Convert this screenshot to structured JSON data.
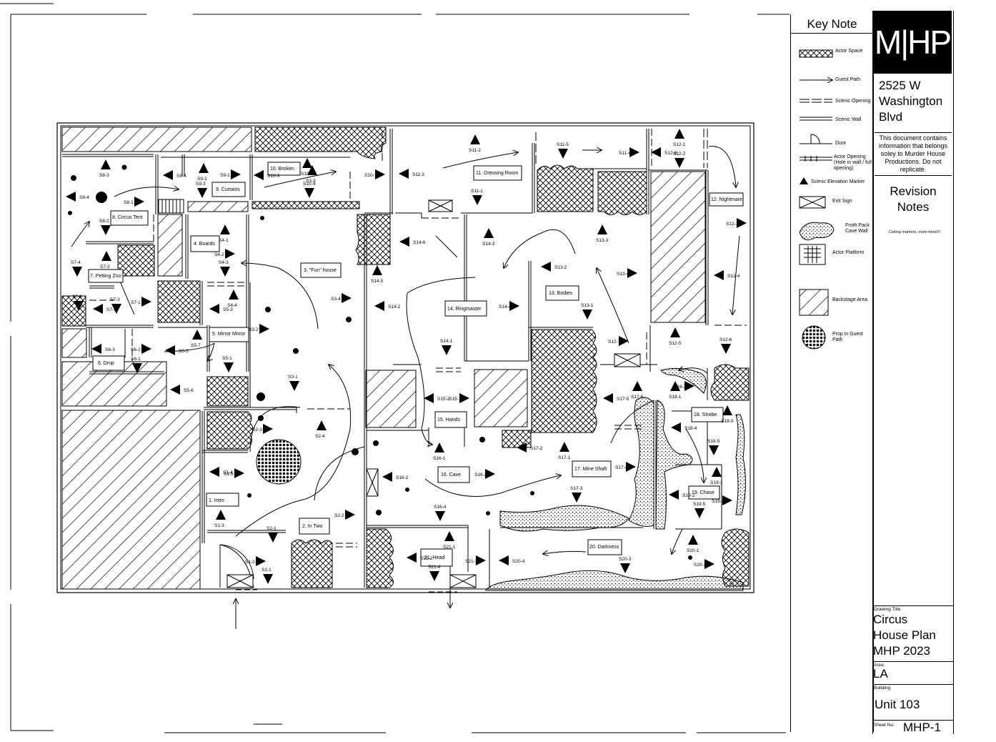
{
  "key_note": {
    "title": "Key Note",
    "items": [
      {
        "label": "Actor Space"
      },
      {
        "label": "Guest Path"
      },
      {
        "label": "Scenic Opening"
      },
      {
        "label": "Scenic Wall"
      },
      {
        "label": "Door"
      },
      {
        "label": "Actor Opening (Hole in wall / full opening)"
      },
      {
        "label": "Scenic Elevation Marker"
      },
      {
        "label": "Exit Sign"
      },
      {
        "label": "Froth Pack Cave Wall"
      },
      {
        "label": "Actor Platform"
      },
      {
        "label": "Backstage Area"
      },
      {
        "label": "Prop in Guest Path"
      }
    ]
  },
  "title_block": {
    "logo": "M|HP",
    "address_lines": [
      "2525 W",
      "Washington",
      "Blvd"
    ],
    "notice": "This document contains information that belongs soley to Murder House Productions. Do not replicate.",
    "revision_title_lines": [
      "Revision",
      "Notes"
    ],
    "revision_note": "Ceiling markers, more trees!!!",
    "drawing_title_label": "Drawing Title",
    "drawing_title_lines": [
      "Circus",
      "House Plan",
      "MHP 2023"
    ],
    "area_label": "Area",
    "area_value": "LA",
    "building_label": "Building",
    "building_value": "Unit 103",
    "sheet_label": "Sheet No.",
    "sheet_value": "MHP-1"
  },
  "rooms": [
    "1.   Intro",
    "2. In Two",
    "3. \"Fun\" house",
    "4. Boards",
    "5. Mirror Mirror",
    "6. Drop",
    "7. Petting Zoo",
    "8. Circus Tent",
    "9. Curtains",
    "10. Broken",
    "11. Dressing Room",
    "12. Nightmare",
    "13. Bodies",
    "14. Ringmaster",
    "15. Hands",
    "16. Cave",
    "17. Mine Shaft",
    "18. Strobe",
    "19. Chase",
    "20. Darkness",
    "21. Head"
  ],
  "markers": [
    "S1-1",
    "S1-2",
    "S1-3",
    "S1-4",
    "S1-5",
    "S2-1",
    "S2-2",
    "S2-3",
    "S2-4",
    "S3-1",
    "S3-2",
    "S3-3",
    "S3-4",
    "S4-1",
    "S4-2",
    "S4-3",
    "S4-4",
    "S5-1",
    "S5-3",
    "S5-5",
    "S5-6",
    "S5-7",
    "S6-1",
    "S6-2",
    "S6-3",
    "S7-1",
    "S7-2",
    "S7-3",
    "S7-4",
    "S7-5",
    "S7-6",
    "S8-1",
    "S8-2",
    "S8-3",
    "S8-4",
    "S9-1",
    "S9-2",
    "S9-3",
    "S9-4",
    "S10-1",
    "S10-2",
    "S10-3",
    "S10-4",
    "S11-1",
    "S11-2",
    "S11-3",
    "S11-4",
    "S11-5",
    "S12-1",
    "S12-2",
    "S12-3",
    "S12-4",
    "S12-5",
    "S12-6",
    "S12-7",
    "S12-8",
    "S13-1",
    "S13-2",
    "S13-3",
    "S13-4",
    "S14-1",
    "S14-2",
    "S14-3",
    "S14-4",
    "S14-5",
    "S14-6",
    "S15-1",
    "S15-2",
    "S16-1",
    "S16-2",
    "S16-3",
    "S16-4",
    "S17-1",
    "S17-2",
    "S17-3",
    "S17-4",
    "S17-5",
    "S17-6",
    "S18-1",
    "S18-2",
    "S18-3",
    "S18-4",
    "S18-5",
    "S19-1",
    "S19-2",
    "S19-3",
    "S19-5",
    "S20-1",
    "S20-2",
    "S20-3",
    "S20-4",
    "S21-1",
    "S21-2",
    "S21-3",
    "S21-4"
  ]
}
